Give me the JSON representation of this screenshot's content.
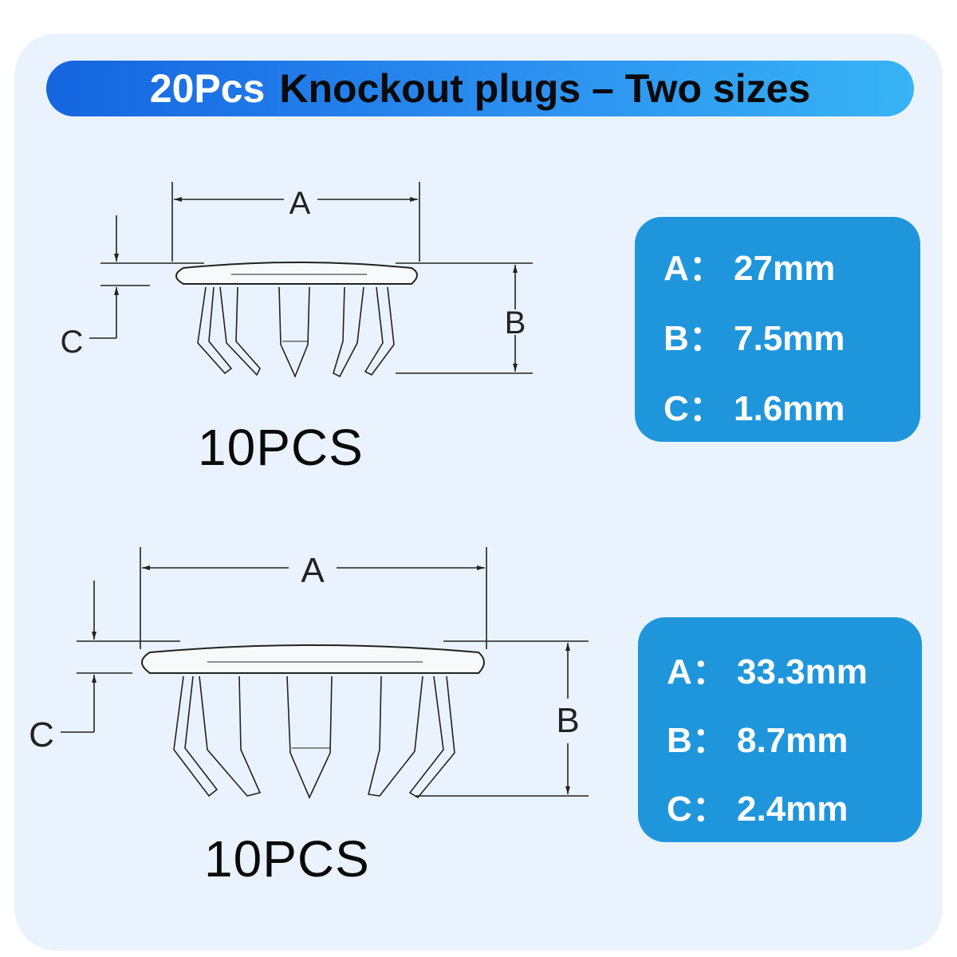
{
  "banner": {
    "count": "20Pcs",
    "title": "Knockout plugs – Two sizes"
  },
  "plugs": [
    {
      "quantity": "10PCS",
      "dims": [
        {
          "key": "A：",
          "value": "27mm"
        },
        {
          "key": "B：",
          "value": "7.5mm"
        },
        {
          "key": "C：",
          "value": "1.6mm"
        }
      ]
    },
    {
      "quantity": "10PCS",
      "dims": [
        {
          "key": "A：",
          "value": "33.3mm"
        },
        {
          "key": "B：",
          "value": "8.7mm"
        },
        {
          "key": "C：",
          "value": "2.4mm"
        }
      ]
    }
  ],
  "drawing_labels": {
    "a": "A",
    "b": "B",
    "c": "C"
  },
  "colors": {
    "spec_box": "#1f96dc",
    "background": "#eaf3fd",
    "banner_start": "#1565e0",
    "banner_end": "#37b4f5"
  }
}
